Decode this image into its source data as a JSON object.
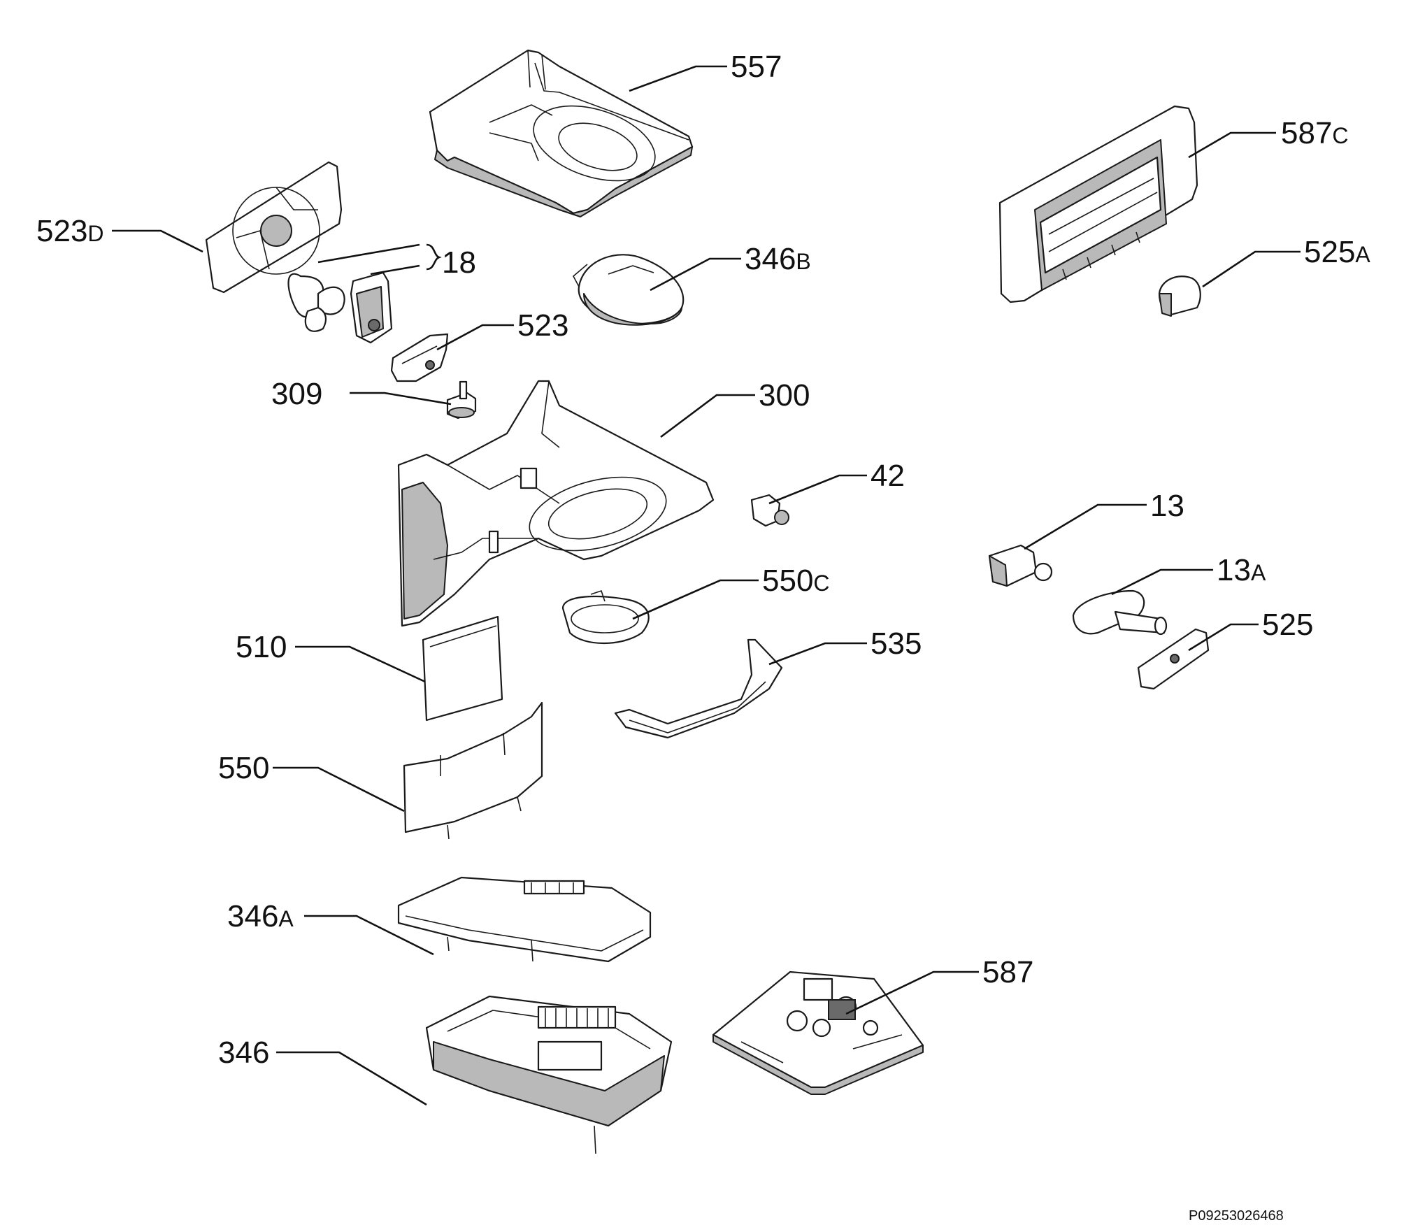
{
  "document_id": "P09253026468",
  "callouts": [
    {
      "id": "557",
      "num": "557",
      "suffix": ""
    },
    {
      "id": "587c",
      "num": "587",
      "suffix": "C"
    },
    {
      "id": "523d",
      "num": "523",
      "suffix": "D"
    },
    {
      "id": "18",
      "num": "18",
      "suffix": ""
    },
    {
      "id": "346b",
      "num": "346",
      "suffix": "B"
    },
    {
      "id": "525a",
      "num": "525",
      "suffix": "A"
    },
    {
      "id": "523",
      "num": "523",
      "suffix": ""
    },
    {
      "id": "309",
      "num": "309",
      "suffix": ""
    },
    {
      "id": "300",
      "num": "300",
      "suffix": ""
    },
    {
      "id": "42",
      "num": "42",
      "suffix": ""
    },
    {
      "id": "13",
      "num": "13",
      "suffix": ""
    },
    {
      "id": "550c",
      "num": "550",
      "suffix": "C"
    },
    {
      "id": "13a",
      "num": "13",
      "suffix": "A"
    },
    {
      "id": "525",
      "num": "525",
      "suffix": ""
    },
    {
      "id": "510",
      "num": "510",
      "suffix": ""
    },
    {
      "id": "535",
      "num": "535",
      "suffix": ""
    },
    {
      "id": "550",
      "num": "550",
      "suffix": ""
    },
    {
      "id": "346a",
      "num": "346",
      "suffix": "A"
    },
    {
      "id": "587",
      "num": "587",
      "suffix": ""
    },
    {
      "id": "346",
      "num": "346",
      "suffix": ""
    }
  ]
}
